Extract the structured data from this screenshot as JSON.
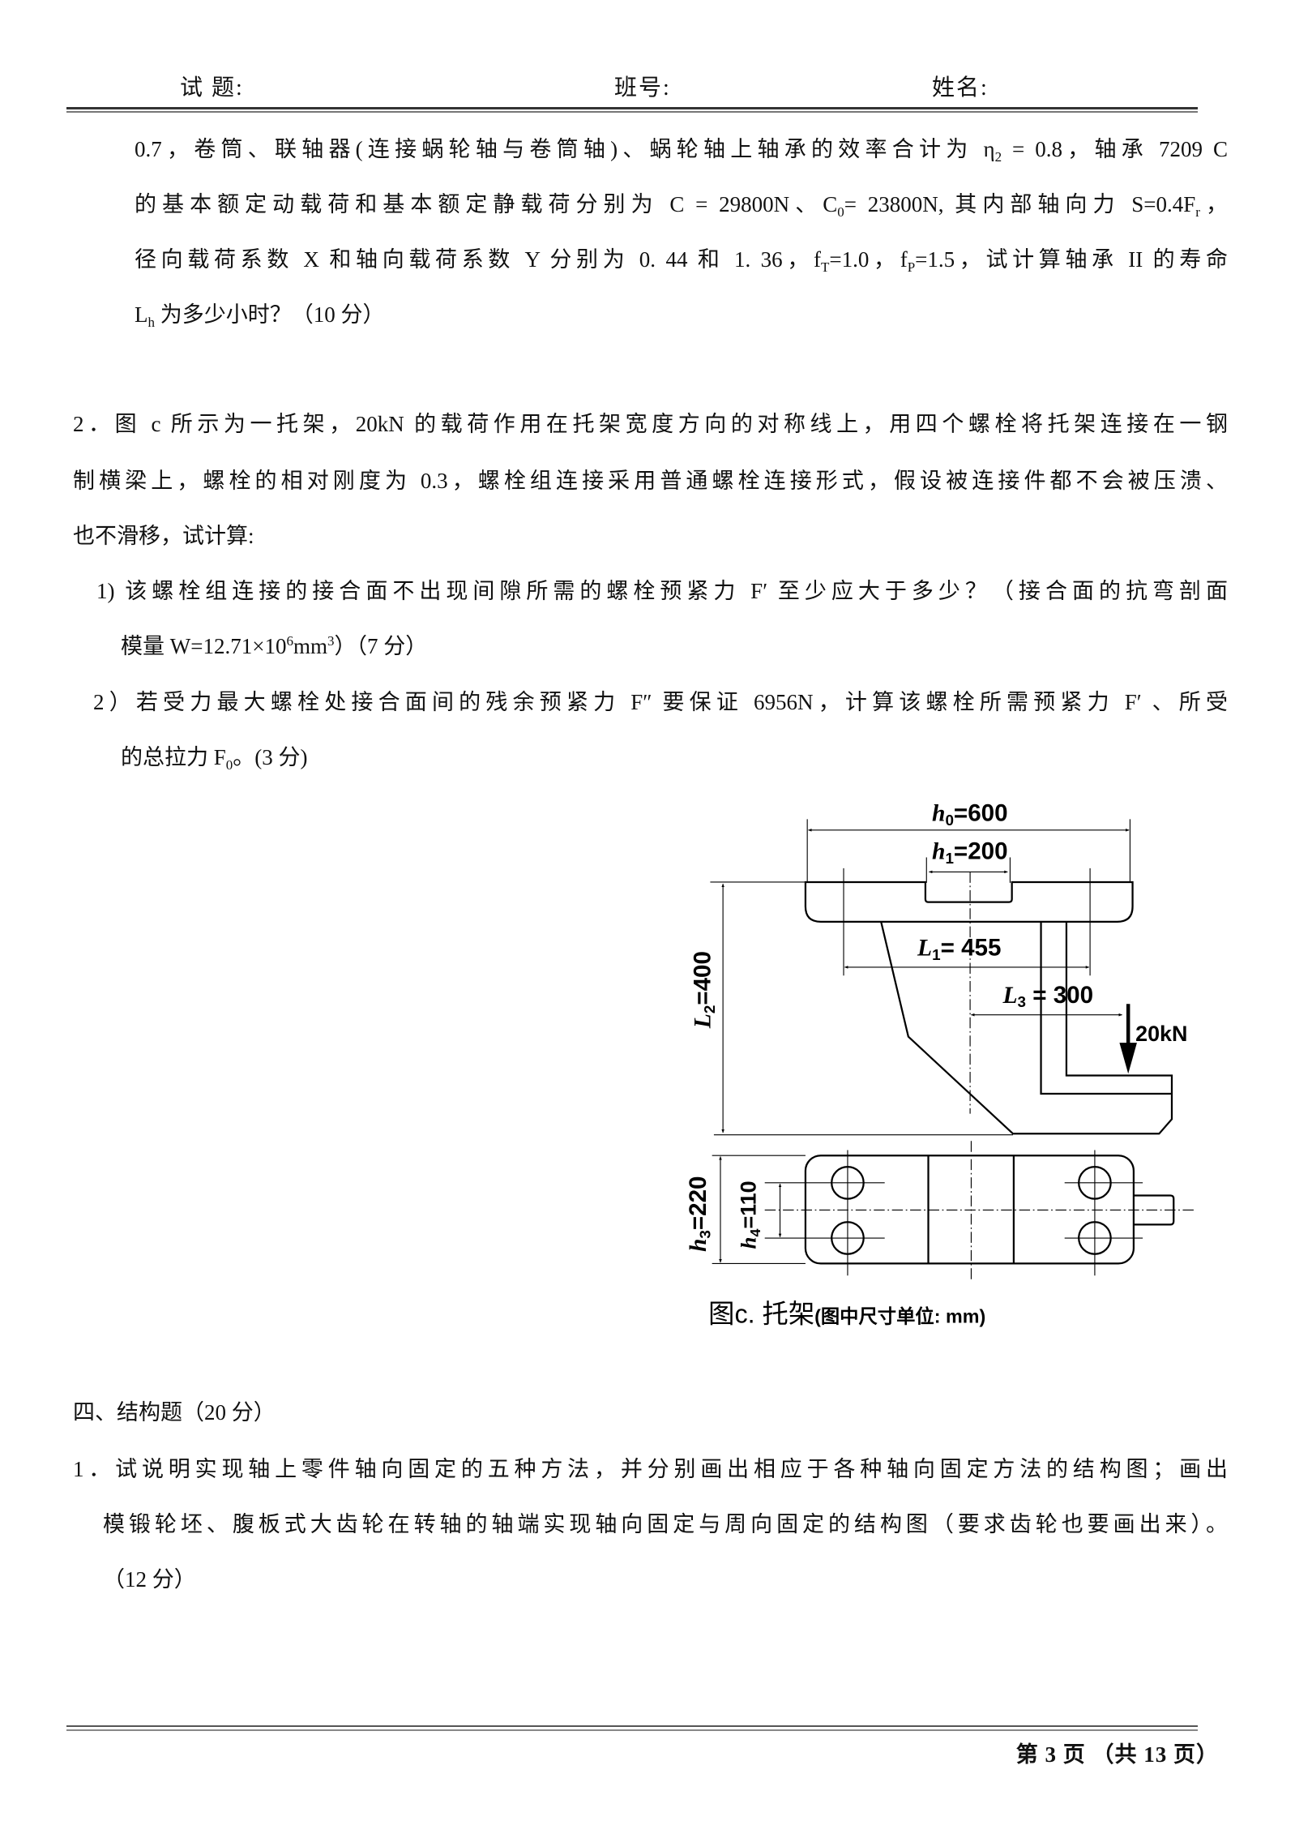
{
  "header": {
    "exam_label": "试 题:",
    "class_label": "班号:",
    "name_label": "姓名:"
  },
  "blocks": [
    {
      "id": "q1-cont",
      "lines": [
        {
          "indent": 166,
          "full": true,
          "seg": [
            "0.7，卷筒、联轴器(连接蜗轮轴与卷筒轴)、蜗轮轴上轴承的效率合计为 η",
            {
              "sub": "2"
            },
            " = 0.8，轴承 7209 C"
          ]
        },
        {
          "indent": 166,
          "full": true,
          "seg": [
            "的基本额定动载荷和基本额定静载荷分别为 C = 29800N、C",
            {
              "sub": "0"
            },
            "= 23800N, 其内部轴向力 S=0.4F",
            {
              "sub": "r"
            },
            "，"
          ]
        },
        {
          "indent": 166,
          "full": true,
          "seg": [
            "径向载荷系数 X 和轴向载荷系数 Y 分别为 0. 44 和 1. 36，f",
            {
              "sub": "T"
            },
            "=1.0，f",
            {
              "sub": "P"
            },
            "=1.5，试计算轴承 II 的寿命"
          ]
        },
        {
          "indent": 166,
          "full": false,
          "seg": [
            "L",
            {
              "sub": "h"
            },
            " 为多少小时？（10 分）"
          ]
        }
      ]
    },
    {
      "id": "q2",
      "lines": [
        {
          "indent": 90,
          "full": true,
          "seg": [
            "2．图 c 所示为一托架，20kN 的载荷作用在托架宽度方向的对称线上，用四个螺栓将托架连接在一钢"
          ]
        },
        {
          "indent": 90,
          "full": true,
          "seg": [
            "制横梁上，螺栓的相对刚度为 0.3，螺栓组连接采用普通螺栓连接形式，假设被连接件都不会被压溃、"
          ]
        },
        {
          "indent": 90,
          "full": false,
          "seg": [
            "也不滑移，试计算:"
          ]
        },
        {
          "indent": 119,
          "full": true,
          "seg": [
            "1) 该螺栓组连接的接合面不出现间隙所需的螺栓预紧力 F′ 至少应大于多少？（接合面的抗弯剖面"
          ]
        },
        {
          "indent": 149,
          "full": false,
          "seg": [
            "模量 W=12.71×10",
            {
              "sup": "6"
            },
            "mm",
            {
              "sup": "3"
            },
            "）（7 分）"
          ]
        },
        {
          "indent": 115,
          "full": true,
          "seg": [
            "2）若受力最大螺栓处接合面间的残余预紧力 F″ 要保证 6956N，计算该螺栓所需预紧力 F′ 、所受"
          ]
        },
        {
          "indent": 149,
          "full": false,
          "seg": [
            "的总拉力 F",
            {
              "sub": "0"
            },
            "。(3 分)"
          ]
        }
      ]
    },
    {
      "id": "sec4",
      "lines": [
        {
          "indent": 90,
          "full": false,
          "seg": [
            "四、结构题（20 分）"
          ]
        },
        {
          "indent": 90,
          "full": true,
          "seg": [
            "1．试说明实现轴上零件轴向固定的五种方法，并分别画出相应于各种轴向固定方法的结构图；画出"
          ]
        },
        {
          "indent": 127,
          "full": true,
          "seg": [
            "模锻轮坯、腹板式大齿轮在转轴的轴端实现轴向固定与周向固定的结构图（要求齿轮也要画出来）。"
          ]
        },
        {
          "indent": 127,
          "full": false,
          "seg": [
            "（12 分）"
          ]
        }
      ]
    }
  ],
  "figure": {
    "h0": "=600",
    "h1": "=200",
    "L1": "= 455",
    "L2": "=400",
    "L3": " = 300",
    "h3": "=220",
    "h4": "=110",
    "load": "20kN",
    "caption_main": "图c. 托架",
    "caption_note": "(图中尺寸单位: mm)"
  },
  "footer": {
    "page": "第 3 页 （共 13 页）"
  }
}
